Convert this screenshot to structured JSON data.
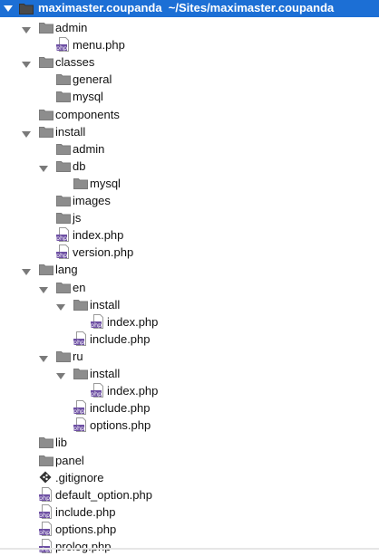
{
  "root": {
    "name": "maximaster.coupanda",
    "path": "~/Sites/maximaster.coupanda"
  },
  "colors": {
    "selection": "#1c6fd5",
    "folder": "#8d8d8d",
    "php_badge": "#6d4fa3"
  },
  "tree": [
    {
      "label": "admin",
      "type": "folder",
      "depth": 1,
      "expanded": true
    },
    {
      "label": "menu.php",
      "type": "php",
      "depth": 2
    },
    {
      "label": "classes",
      "type": "folder",
      "depth": 1,
      "expanded": true
    },
    {
      "label": "general",
      "type": "folder",
      "depth": 2
    },
    {
      "label": "mysql",
      "type": "folder",
      "depth": 2
    },
    {
      "label": "components",
      "type": "folder",
      "depth": 1
    },
    {
      "label": "install",
      "type": "folder",
      "depth": 1,
      "expanded": true
    },
    {
      "label": "admin",
      "type": "folder",
      "depth": 2
    },
    {
      "label": "db",
      "type": "folder",
      "depth": 2,
      "expanded": true
    },
    {
      "label": "mysql",
      "type": "folder",
      "depth": 3
    },
    {
      "label": "images",
      "type": "folder",
      "depth": 2
    },
    {
      "label": "js",
      "type": "folder",
      "depth": 2
    },
    {
      "label": "index.php",
      "type": "php",
      "depth": 2
    },
    {
      "label": "version.php",
      "type": "php",
      "depth": 2
    },
    {
      "label": "lang",
      "type": "folder",
      "depth": 1,
      "expanded": true
    },
    {
      "label": "en",
      "type": "folder",
      "depth": 2,
      "expanded": true
    },
    {
      "label": "install",
      "type": "folder",
      "depth": 3,
      "expanded": true
    },
    {
      "label": "index.php",
      "type": "php",
      "depth": 4
    },
    {
      "label": "include.php",
      "type": "php",
      "depth": 3
    },
    {
      "label": "ru",
      "type": "folder",
      "depth": 2,
      "expanded": true
    },
    {
      "label": "install",
      "type": "folder",
      "depth": 3,
      "expanded": true
    },
    {
      "label": "index.php",
      "type": "php",
      "depth": 4
    },
    {
      "label": "include.php",
      "type": "php",
      "depth": 3
    },
    {
      "label": "options.php",
      "type": "php",
      "depth": 3
    },
    {
      "label": "lib",
      "type": "folder",
      "depth": 1
    },
    {
      "label": "panel",
      "type": "folder",
      "depth": 1
    },
    {
      "label": ".gitignore",
      "type": "git",
      "depth": 1
    },
    {
      "label": "default_option.php",
      "type": "php",
      "depth": 1
    },
    {
      "label": "include.php",
      "type": "php",
      "depth": 1
    },
    {
      "label": "options.php",
      "type": "php",
      "depth": 1
    },
    {
      "label": "prolog.php",
      "type": "php",
      "depth": 1
    }
  ]
}
